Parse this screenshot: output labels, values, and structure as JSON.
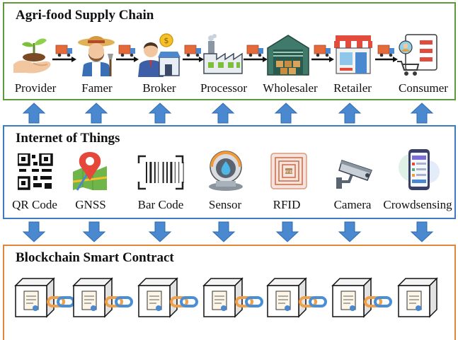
{
  "supply_chain": {
    "title": "Agri-food Supply Chain",
    "stages": [
      {
        "label": "Provider",
        "icon": "seedling-hand-icon"
      },
      {
        "label": "Famer",
        "icon": "farmer-icon"
      },
      {
        "label": "Broker",
        "icon": "broker-icon"
      },
      {
        "label": "Processor",
        "icon": "factory-icon"
      },
      {
        "label": "Wholesaler",
        "icon": "warehouse-icon"
      },
      {
        "label": "Retailer",
        "icon": "store-icon"
      },
      {
        "label": "Consumer",
        "icon": "shopping-consumer-icon"
      }
    ]
  },
  "iot": {
    "title": "Internet of Things",
    "items": [
      {
        "label": "QR Code",
        "icon": "qr-code-icon"
      },
      {
        "label": "GNSS",
        "icon": "map-pin-icon"
      },
      {
        "label": "Bar Code",
        "icon": "barcode-icon"
      },
      {
        "label": "Sensor",
        "icon": "sensor-icon"
      },
      {
        "label": "RFID",
        "icon": "rfid-icon"
      },
      {
        "label": "Camera",
        "icon": "cctv-camera-icon"
      },
      {
        "label": "Crowdsensing",
        "icon": "smartphone-icon"
      }
    ]
  },
  "blockchain": {
    "title": "Blockchain Smart Contract",
    "blocks": [
      "certificate-block-icon",
      "contract-block-icon",
      "handshake-block-icon",
      "document-block-icon",
      "stamp-block-icon",
      "checklist-block-icon",
      "invoice-block-icon"
    ]
  },
  "colors": {
    "supply_border": "#5f9a3a",
    "iot_border": "#3d7cc4",
    "blockchain_border": "#e0883a",
    "arrow_fill": "#4a88cf",
    "chain_orange": "#f0a04a",
    "chain_blue": "#4a8fd6"
  }
}
